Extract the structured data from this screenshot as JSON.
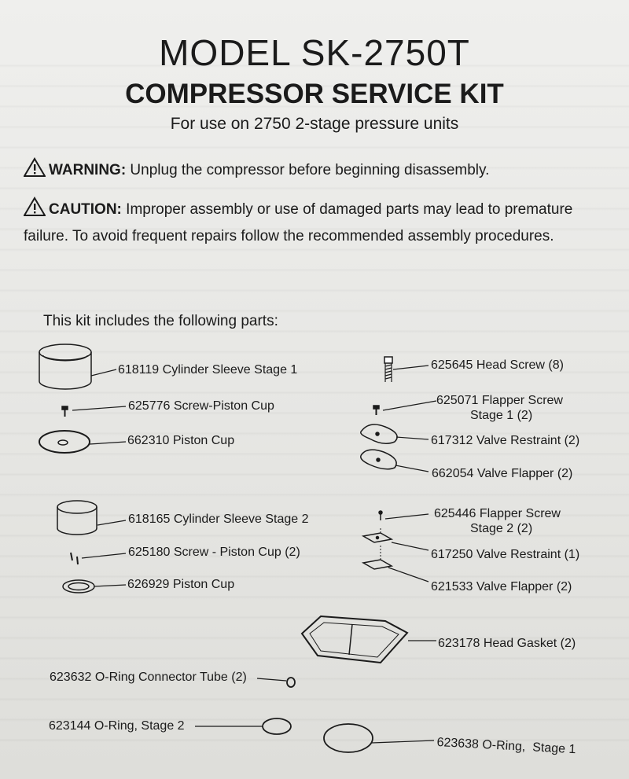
{
  "header": {
    "model": "MODEL SK-2750T",
    "kit_title": "COMPRESSOR SERVICE KIT",
    "subtitle": "For use on 2750 2-stage pressure units"
  },
  "warning": {
    "label": "WARNING:",
    "text": " Unplug the compressor before beginning disassembly."
  },
  "caution": {
    "label": "CAUTION:",
    "text": " Improper assembly or use of damaged parts may lead to premature failure. To avoid frequent repairs follow the recommended assembly procedures."
  },
  "includes_heading": "This kit includes the following parts:",
  "parts": [
    {
      "id": "618119",
      "label": "618119 Cylinder Sleeve Stage 1"
    },
    {
      "id": "625776",
      "label": "625776 Screw-Piston Cup"
    },
    {
      "id": "662310",
      "label": "662310 Piston Cup"
    },
    {
      "id": "618165",
      "label": "618165 Cylinder Sleeve Stage 2"
    },
    {
      "id": "625180",
      "label": "625180 Screw - Piston Cup (2)"
    },
    {
      "id": "626929",
      "label": "626929 Piston Cup"
    },
    {
      "id": "625645",
      "label": "625645 Head Screw (8)"
    },
    {
      "id": "625071",
      "label": "625071 Flapper Screw",
      "label2": "Stage 1 (2)"
    },
    {
      "id": "617312",
      "label": "617312 Valve Restraint (2)"
    },
    {
      "id": "662054",
      "label": "662054 Valve Flapper (2)"
    },
    {
      "id": "625446",
      "label": "625446 Flapper Screw",
      "label2": "Stage 2 (2)"
    },
    {
      "id": "617250",
      "label": "617250 Valve Restraint (1)"
    },
    {
      "id": "621533",
      "label": "621533 Valve Flapper (2)"
    },
    {
      "id": "623178",
      "label": "623178 Head Gasket (2)"
    },
    {
      "id": "623632",
      "label": "623632 O-Ring Connector Tube (2)"
    },
    {
      "id": "623144",
      "label": "623144 O-Ring, Stage 2"
    },
    {
      "id": "623638",
      "label": "623638 O-Ring,  Stage 1"
    }
  ]
}
